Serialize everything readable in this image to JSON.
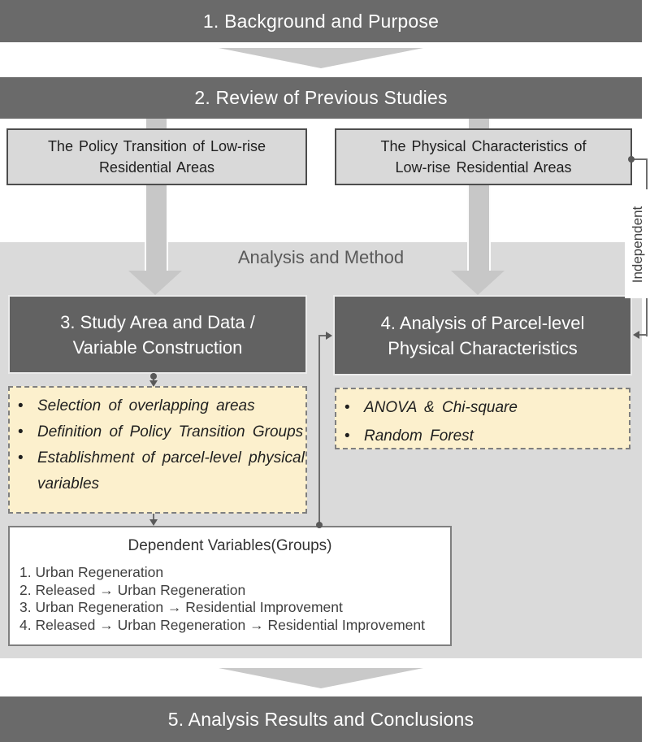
{
  "bars": {
    "bar1": "1. Background and Purpose",
    "bar2": "2. Review of Previous Studies",
    "bar5": "5. Analysis Results and Conclusions"
  },
  "review": {
    "left_box": {
      "lines": [
        "The Policy Transition of Low-rise",
        "Residential Areas"
      ]
    },
    "right_box": {
      "lines": [
        "The Physical Characteristics of",
        "Low-rise Residential Areas"
      ]
    }
  },
  "analysis": {
    "panel_title": "Analysis and Method",
    "independent_label": "Independent",
    "box3": {
      "lines": [
        "3. Study Area and Data /",
        "Variable Construction"
      ]
    },
    "box4": {
      "lines": [
        "4. Analysis of Parcel-level",
        "Physical Characteristics"
      ]
    },
    "left_bullets": [
      "Selection of overlapping areas",
      "Definition of Policy Transition Groups",
      "Establishment of parcel-level physical variables"
    ],
    "right_bullets": [
      "ANOVA & Chi-square",
      "Random Forest"
    ]
  },
  "dependent": {
    "title": "Dependent Variables(Groups)",
    "items": [
      "1. Urban Regeneration",
      "2. Released → Urban Regeneration",
      "3. Urban Regeneration → Residential Improvement",
      "4. Released → Urban Regeneration → Residential Improvement"
    ]
  },
  "colors": {
    "bar_gray": "#6a6a6a",
    "method_box_gray": "#626262",
    "panel_gray": "#dadada",
    "review_box_gray": "#d9d9d9",
    "arrow_gray": "#c7c7c7",
    "yellow_fill": "#fcf0cd",
    "connector": "#595959",
    "white": "#ffffff"
  }
}
